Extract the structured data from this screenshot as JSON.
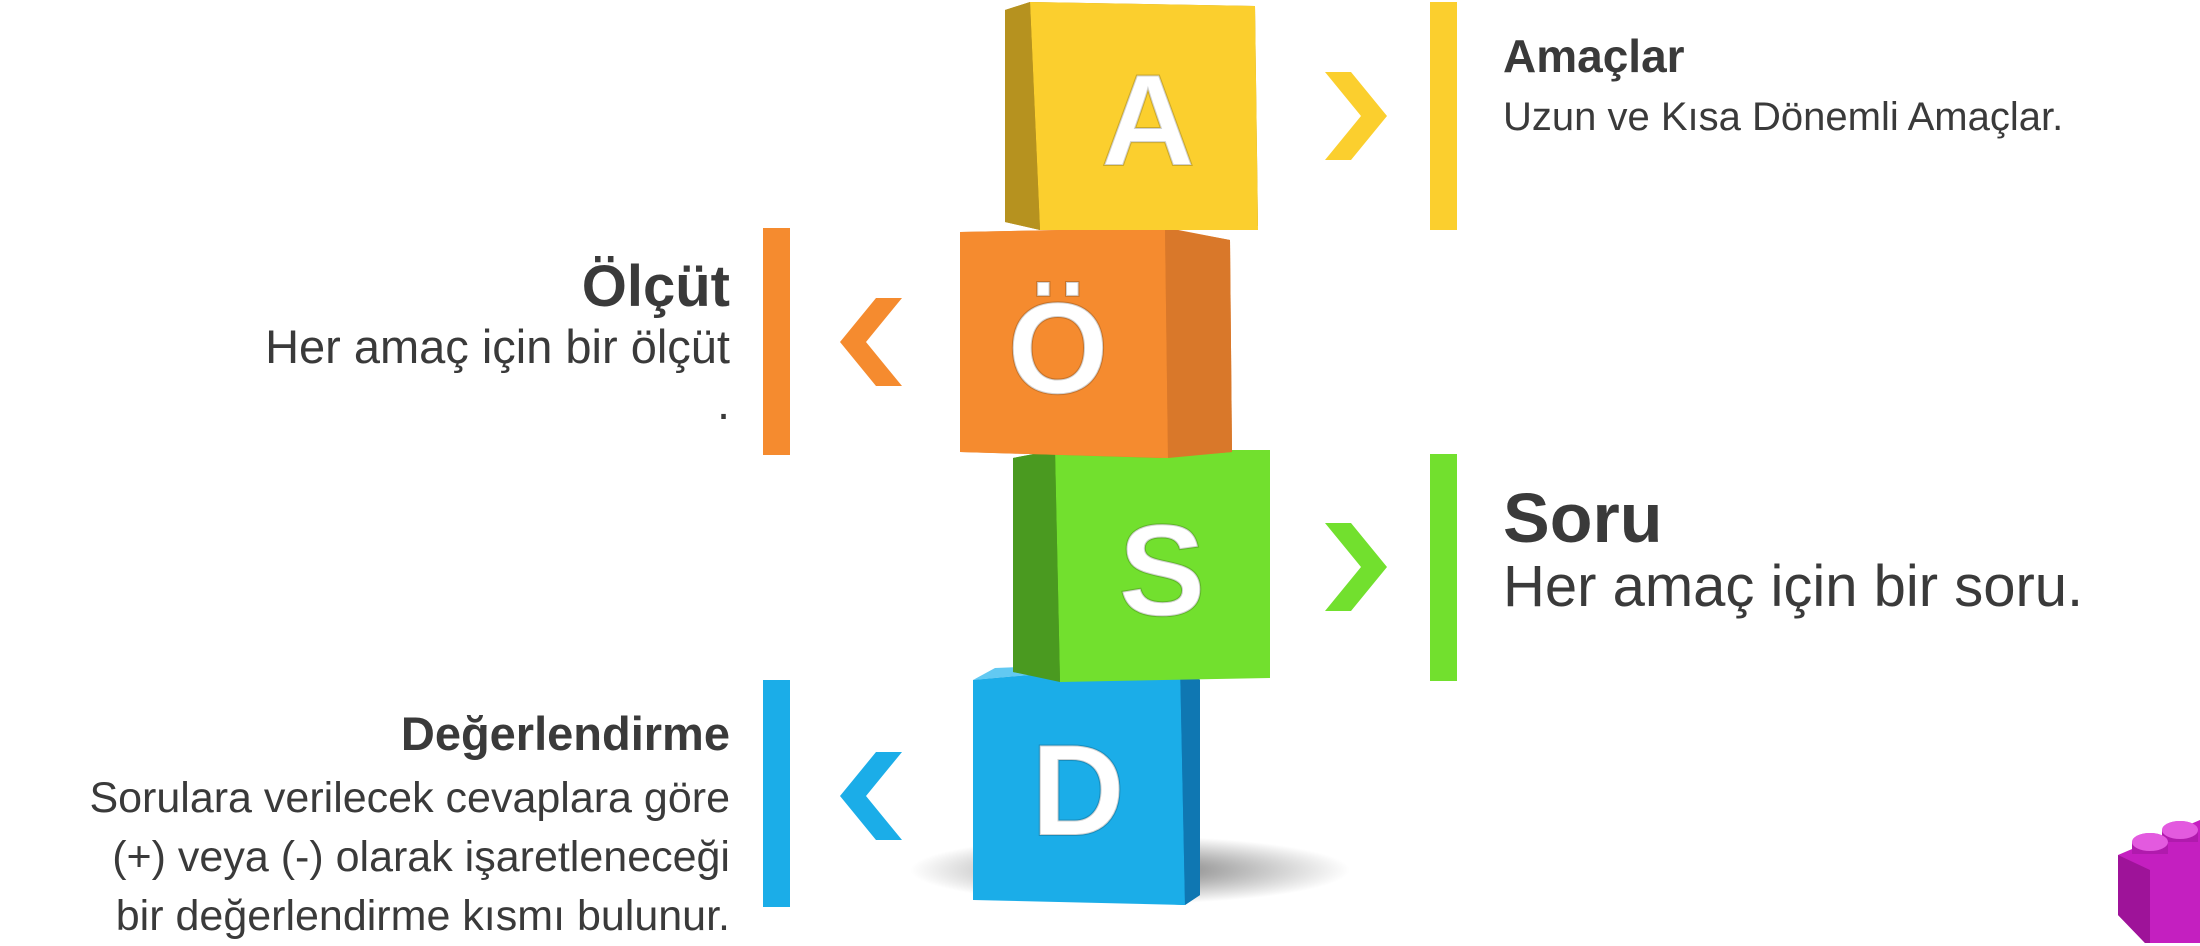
{
  "colors": {
    "yellow": "#FBCF2E",
    "orange": "#F58B2F",
    "green": "#72E02E",
    "blue": "#1BADE8",
    "magenta": "#C41FC0",
    "text": "#3A3A3A"
  },
  "cubes": [
    {
      "letter": "A",
      "color": "yellow"
    },
    {
      "letter": "Ö",
      "color": "orange"
    },
    {
      "letter": "S",
      "color": "green"
    },
    {
      "letter": "D",
      "color": "blue"
    }
  ],
  "amaclar": {
    "title": "Amaçlar",
    "description": "Uzun ve Kısa Dönemli Amaçlar."
  },
  "olcut": {
    "title": "Ölçüt",
    "description": "Her amaç için bir ölçüt",
    "trailing": "."
  },
  "soru": {
    "title": "Soru",
    "description": "Her amaç için bir soru."
  },
  "degerlendirme": {
    "title": "Değerlendirme",
    "lines": [
      "Sorulara verilecek cevaplara göre",
      "(+) veya (-) olarak işaretleneceği",
      "bir değerlendirme kısmı bulunur."
    ]
  },
  "icons": [
    "chevron-right-icon",
    "chevron-left-icon",
    "lego-brick-icon"
  ]
}
